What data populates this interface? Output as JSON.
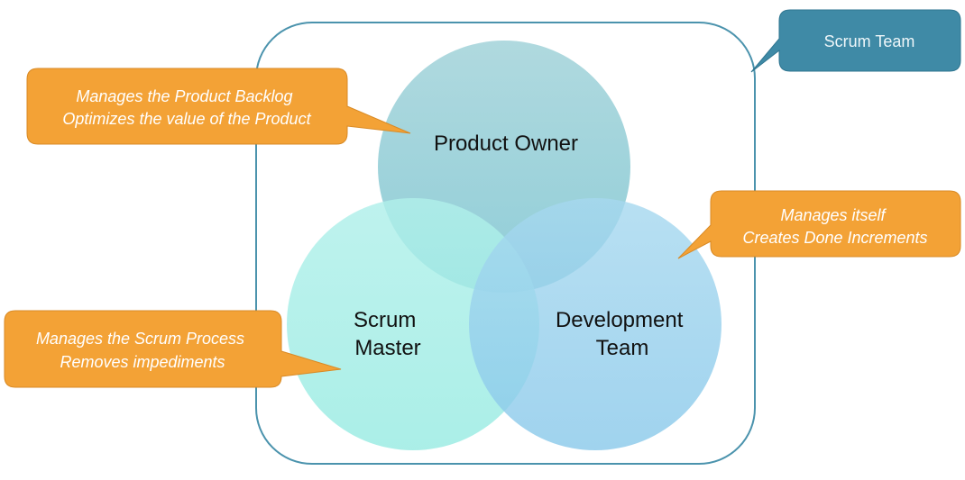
{
  "diagram": {
    "team_frame": {
      "label": "Scrum Team"
    },
    "roles": [
      {
        "id": "product-owner",
        "label_lines": [
          "Product Owner"
        ]
      },
      {
        "id": "scrum-master",
        "label_lines": [
          "Scrum",
          "Master"
        ]
      },
      {
        "id": "development-team",
        "label_lines": [
          "Development",
          "Team"
        ]
      }
    ],
    "callouts": [
      {
        "target": "product-owner",
        "lines": [
          "Manages the Product Backlog",
          "Optimizes the value of the Product"
        ]
      },
      {
        "target": "development-team",
        "lines": [
          "Manages itself",
          "Creates Done Increments"
        ]
      },
      {
        "target": "scrum-master",
        "lines": [
          "Manages the Scrum Process",
          "Removes impediments"
        ]
      }
    ]
  },
  "colors": {
    "frame_stroke": "#4b93ad",
    "team_callout": "#3f8aa6",
    "team_callout_border": "#2f7590",
    "callout_fill": "#f3a236",
    "callout_border": "#d98a25",
    "product_owner": "#8dcdd6",
    "scrum_master": "#94ebe2",
    "development_team": "#84c9ea"
  }
}
